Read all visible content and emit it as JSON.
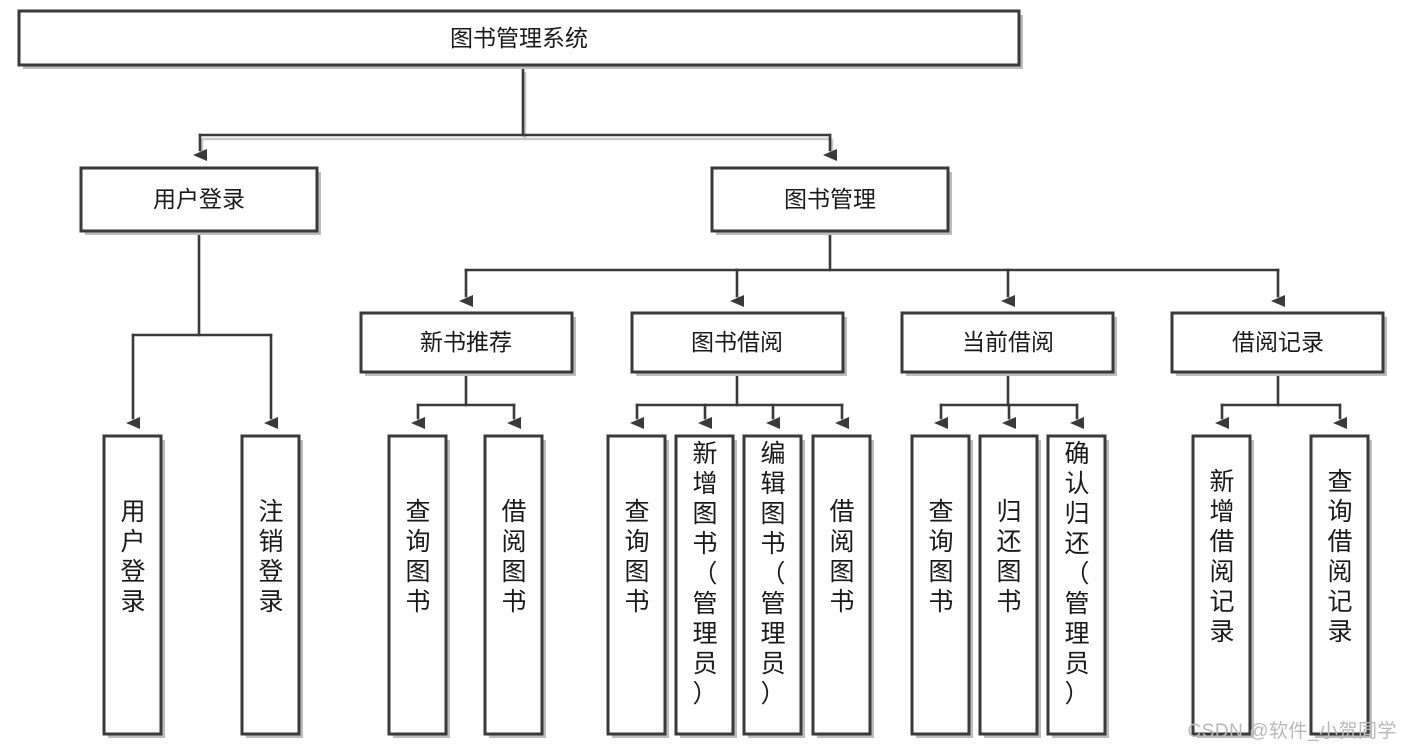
{
  "diagram": {
    "title": "图书管理系统",
    "type": "tree-hierarchy",
    "orientation": "top-down",
    "levels": 4,
    "colors": {
      "box_stroke": "#3a3a3a",
      "box_fill": "#ffffff",
      "edge": "#3a3a3a",
      "text": "#1a1a1a",
      "watermark": "#b9b9b9",
      "background": "#ffffff"
    }
  },
  "root": {
    "label": "图书管理系统"
  },
  "level1": [
    {
      "label": "用户登录"
    },
    {
      "label": "图书管理"
    }
  ],
  "level2": [
    {
      "label": "新书推荐"
    },
    {
      "label": "图书借阅"
    },
    {
      "label": "当前借阅"
    },
    {
      "label": "借阅记录"
    }
  ],
  "leaves": {
    "user_login": [
      {
        "label": "用户登录",
        "chars": [
          "用",
          "户",
          "登",
          "录"
        ]
      },
      {
        "label": "注销登录",
        "chars": [
          "注",
          "销",
          "登",
          "录"
        ]
      }
    ],
    "new_book_recommend": [
      {
        "label": "查询图书",
        "chars": [
          "查",
          "询",
          "图",
          "书"
        ]
      },
      {
        "label": "借阅图书",
        "chars": [
          "借",
          "阅",
          "图",
          "书"
        ]
      }
    ],
    "book_borrow": [
      {
        "label": "查询图书",
        "chars": [
          "查",
          "询",
          "图",
          "书"
        ]
      },
      {
        "label": "新增图书（管理员）",
        "chars": [
          "新",
          "增",
          "图",
          "书",
          "（",
          "管",
          "理",
          "员",
          "）"
        ]
      },
      {
        "label": "编辑图书（管理员）",
        "chars": [
          "编",
          "辑",
          "图",
          "书",
          "（",
          "管",
          "理",
          "员",
          "）"
        ]
      },
      {
        "label": "借阅图书",
        "chars": [
          "借",
          "阅",
          "图",
          "书"
        ]
      }
    ],
    "current_borrow": [
      {
        "label": "查询图书",
        "chars": [
          "查",
          "询",
          "图",
          "书"
        ]
      },
      {
        "label": "归还图书",
        "chars": [
          "归",
          "还",
          "图",
          "书"
        ]
      },
      {
        "label": "确认归还（管理员）",
        "chars": [
          "确",
          "认",
          "归",
          "还",
          "（",
          "管",
          "理",
          "员",
          "）"
        ]
      }
    ],
    "borrow_record": [
      {
        "label": "新增借阅记录",
        "chars": [
          "新",
          "增",
          "借",
          "阅",
          "记",
          "录"
        ]
      },
      {
        "label": "查询借阅记录",
        "chars": [
          "查",
          "询",
          "借",
          "阅",
          "记",
          "录"
        ]
      }
    ]
  },
  "watermark": {
    "text": "CSDN @软件_小贺同学"
  }
}
